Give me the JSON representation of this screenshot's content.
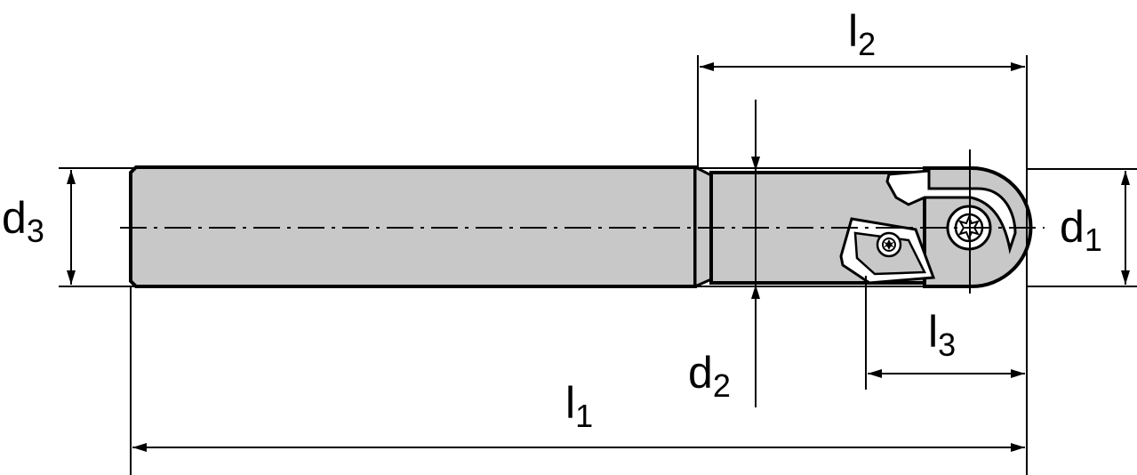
{
  "dimensions": {
    "l1": {
      "main": "l",
      "sub": "1"
    },
    "l2": {
      "main": "l",
      "sub": "2"
    },
    "l3": {
      "main": "l",
      "sub": "3"
    },
    "d1": {
      "main": "d",
      "sub": "1"
    },
    "d2": {
      "main": "d",
      "sub": "2"
    },
    "d3": {
      "main": "d",
      "sub": "3"
    }
  },
  "colors": {
    "body_fill": "#c8c8c8",
    "line": "#000000",
    "background": "#ffffff"
  }
}
